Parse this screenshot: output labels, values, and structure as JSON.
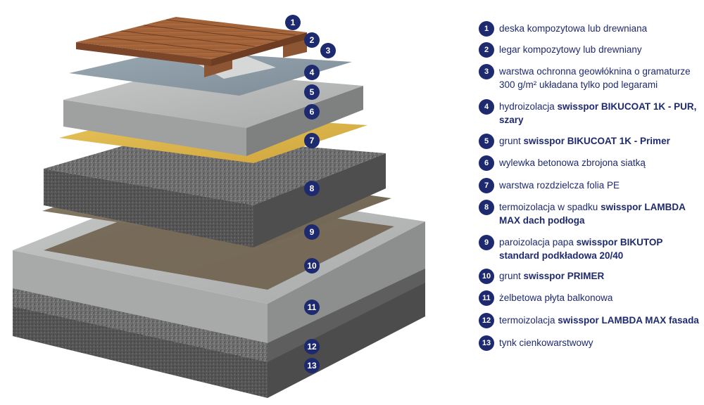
{
  "layers": [
    {
      "num": "1",
      "segments": [
        {
          "t": "deska kompozytowa lub drewniana",
          "b": false
        }
      ]
    },
    {
      "num": "2",
      "segments": [
        {
          "t": "legar kompozytowy lub drewniany",
          "b": false
        }
      ]
    },
    {
      "num": "3",
      "segments": [
        {
          "t": "warstwa ochronna geowłóknina o gramaturze 300 g/m² układana tylko pod legarami",
          "b": false
        }
      ]
    },
    {
      "num": "4",
      "segments": [
        {
          "t": "hydroizolacja ",
          "b": false
        },
        {
          "t": "swisspor BIKUCOAT 1K - PUR, szary",
          "b": true
        }
      ]
    },
    {
      "num": "5",
      "segments": [
        {
          "t": "grunt ",
          "b": false
        },
        {
          "t": "swisspor BIKUCOAT 1K - Primer",
          "b": true
        }
      ]
    },
    {
      "num": "6",
      "segments": [
        {
          "t": "wylewka betonowa zbrojona siatką",
          "b": false
        }
      ]
    },
    {
      "num": "7",
      "segments": [
        {
          "t": "warstwa rozdzielcza folia PE",
          "b": false
        }
      ]
    },
    {
      "num": "8",
      "segments": [
        {
          "t": "termoizolacja w spadku ",
          "b": false
        },
        {
          "t": "swisspor LAMBDA MAX dach podłoga",
          "b": true
        }
      ]
    },
    {
      "num": "9",
      "segments": [
        {
          "t": "paroizolacja papa ",
          "b": false
        },
        {
          "t": "swisspor BIKUTOP standard podkładowa 20/40",
          "b": true
        }
      ]
    },
    {
      "num": "10",
      "segments": [
        {
          "t": "grunt ",
          "b": false
        },
        {
          "t": "swisspor PRIMER",
          "b": true
        }
      ]
    },
    {
      "num": "11",
      "segments": [
        {
          "t": "żelbetowa płyta balkonowa",
          "b": false
        }
      ]
    },
    {
      "num": "12",
      "segments": [
        {
          "t": "termoizolacja ",
          "b": false
        },
        {
          "t": "swisspor LAMBDA MAX fasada",
          "b": true
        }
      ]
    },
    {
      "num": "13",
      "segments": [
        {
          "t": "tynk cienkowarstwowy",
          "b": false
        }
      ]
    }
  ],
  "colors": {
    "badge": "#1e2a70",
    "legend_text": "#1e2a70",
    "wood": "#a4643a",
    "concrete": "#b4b6b6",
    "insulation": "#6c6c6c",
    "membrane_grey": "#8a9aa6",
    "pe_foil": "#d9b348",
    "bitumen_felt": "#7a6e5a",
    "plaster": "#8c8c8c"
  }
}
